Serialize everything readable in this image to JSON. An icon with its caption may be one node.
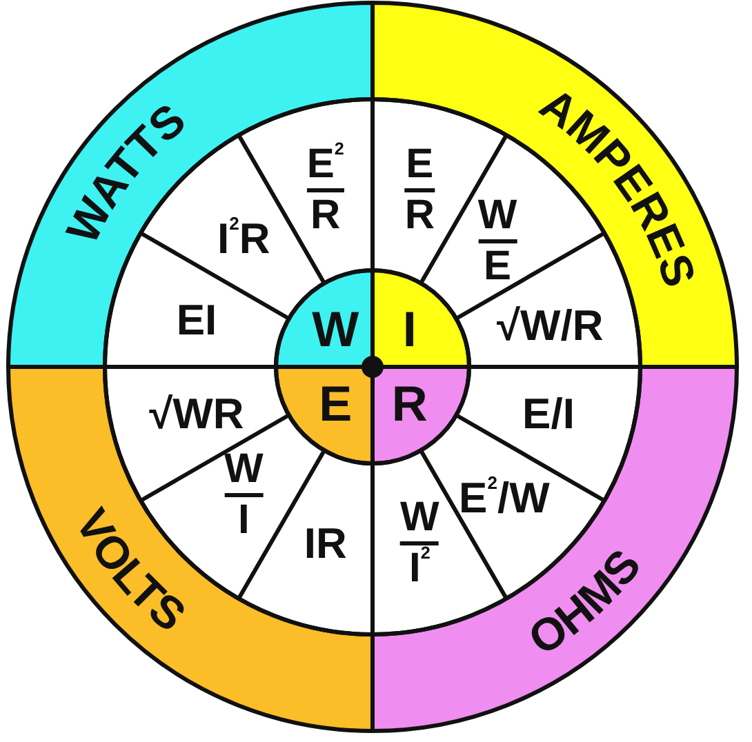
{
  "diagram": {
    "nodes": [
      {
        "text": [
          "WATTS"
        ]
      },
      {
        "text": [
          "E$^{2}$",
          "R"
        ]
      },
      {
        "text": [
          "E",
          "R"
        ]
      },
      {
        "text": [
          "AMPERES"
        ]
      },
      {
        "text": [
          "I$^{2}$R"
        ]
      },
      {
        "text": [
          "W",
          "E"
        ]
      },
      {
        "text": [
          "EI"
        ]
      },
      {
        "text": [
          "W"
        ]
      },
      {
        "text": [
          "I"
        ]
      },
      {
        "text": [
          "√W/R"
        ]
      },
      {
        "text": [
          "√WR"
        ]
      },
      {
        "text": [
          "E"
        ]
      },
      {
        "text": [
          "R"
        ]
      },
      {
        "text": [
          "E/I"
        ]
      },
      {
        "text": [
          "E$^{2}$/W"
        ]
      },
      {
        "text": [
          "W",
          "I"
        ]
      },
      {
        "text": [
          "IR"
        ]
      },
      {
        "text": [
          "W",
          "I$^{2}$"
        ]
      },
      {
        "text": [
          "VOLTS"
        ]
      },
      {
        "text": [
          "OHMS"
        ]
      }
    ]
  }
}
